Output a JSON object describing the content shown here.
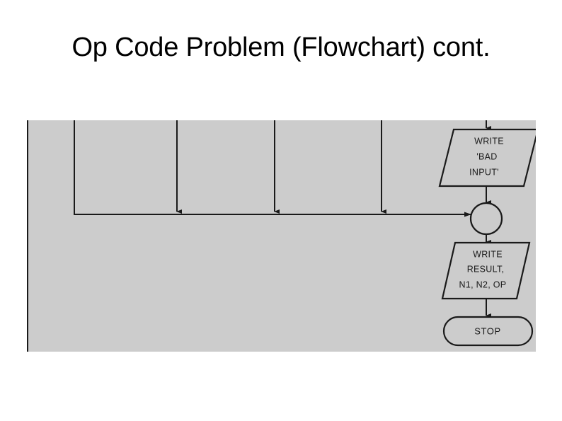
{
  "slide": {
    "title": "Op Code Problem (Flowchart) cont.",
    "background_color": "#ffffff"
  },
  "diagram": {
    "name": "op-code-flowchart-continued",
    "panel_background_color": "#cccccc",
    "stroke_color": "#1a1a1a",
    "nodes": [
      {
        "id": "write-bad-input",
        "type": "input-output",
        "shape": "parallelogram",
        "lines": [
          "WRITE",
          "'BAD",
          "INPUT'"
        ],
        "text": "WRITE 'BAD INPUT'"
      },
      {
        "id": "merge-connector",
        "type": "connector",
        "shape": "circle",
        "text": ""
      },
      {
        "id": "write-result",
        "type": "input-output",
        "shape": "parallelogram",
        "lines": [
          "WRITE",
          "RESULT,",
          "N1, N2, OP"
        ],
        "text": "WRITE RESULT, N1, N2, OP"
      },
      {
        "id": "stop",
        "type": "terminator",
        "shape": "rounded-rectangle",
        "lines": [
          "STOP"
        ],
        "text": "STOP"
      }
    ],
    "connectors": [
      {
        "id": "branch-1-elbow",
        "from": "top-edge",
        "to": "merge-connector",
        "arrow": false,
        "note": "leftmost line turns right along the merge bus"
      },
      {
        "id": "branch-2-arrow",
        "from": "top-edge",
        "to": "merge-bus",
        "arrow": true
      },
      {
        "id": "branch-3-arrow",
        "from": "top-edge",
        "to": "merge-bus",
        "arrow": true
      },
      {
        "id": "branch-4-arrow",
        "from": "top-edge",
        "to": "merge-bus",
        "arrow": true
      },
      {
        "id": "merge-bus-arrow",
        "from": "merge-bus",
        "to": "merge-connector",
        "arrow": true
      },
      {
        "id": "bad-input-to-connector",
        "from": "write-bad-input",
        "to": "merge-connector",
        "arrow": true
      },
      {
        "id": "connector-to-result",
        "from": "merge-connector",
        "to": "write-result",
        "arrow": true
      },
      {
        "id": "result-to-stop",
        "from": "write-result",
        "to": "stop",
        "arrow": true
      },
      {
        "id": "into-bad-input",
        "from": "top-edge",
        "to": "write-bad-input",
        "arrow": true
      }
    ]
  }
}
